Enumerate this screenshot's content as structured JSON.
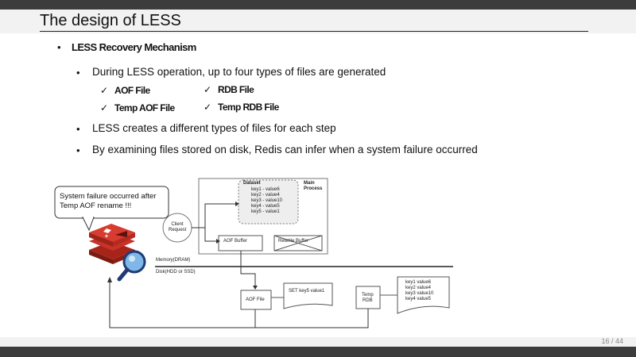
{
  "slide": {
    "title": "The design of LESS",
    "bullet_main": "LESS Recovery Mechanism",
    "sub1": "During LESS operation, up to four types of files are generated",
    "checks": [
      "AOF File",
      "RDB File",
      "Temp AOF File",
      "Temp RDB File"
    ],
    "sub2": "LESS creates a different types of files for each step",
    "sub3": "By examining files stored on disk, Redis can infer when a system failure occurred",
    "page": "16 / 44"
  },
  "diagram": {
    "callout": [
      "System failure occurred after",
      "Temp AOF rename !!!"
    ],
    "dataset_title": "Dataset",
    "dataset_rows": [
      "key1 - value6",
      "key2 - value4",
      "key3 - value10",
      "key4 - value5",
      "key5 - value1"
    ],
    "main_process": [
      "Main",
      "Process"
    ],
    "client_request": [
      "Client",
      "Request"
    ],
    "aof_buffer": "AOF Buffer",
    "rewrite_buffer": "Rewrite Buffer",
    "memory_label": "Memory(DRAM)",
    "disk_label": "Disk(HDD or SSD)",
    "aof_file": "AOF File",
    "aof_file_content": "SET key5 value1",
    "temp_rdb": [
      "Temp",
      "RDB"
    ],
    "temp_rdb_rows": [
      "key1 value6",
      "key2 value4",
      "key3 value10",
      "key4 value5"
    ]
  }
}
